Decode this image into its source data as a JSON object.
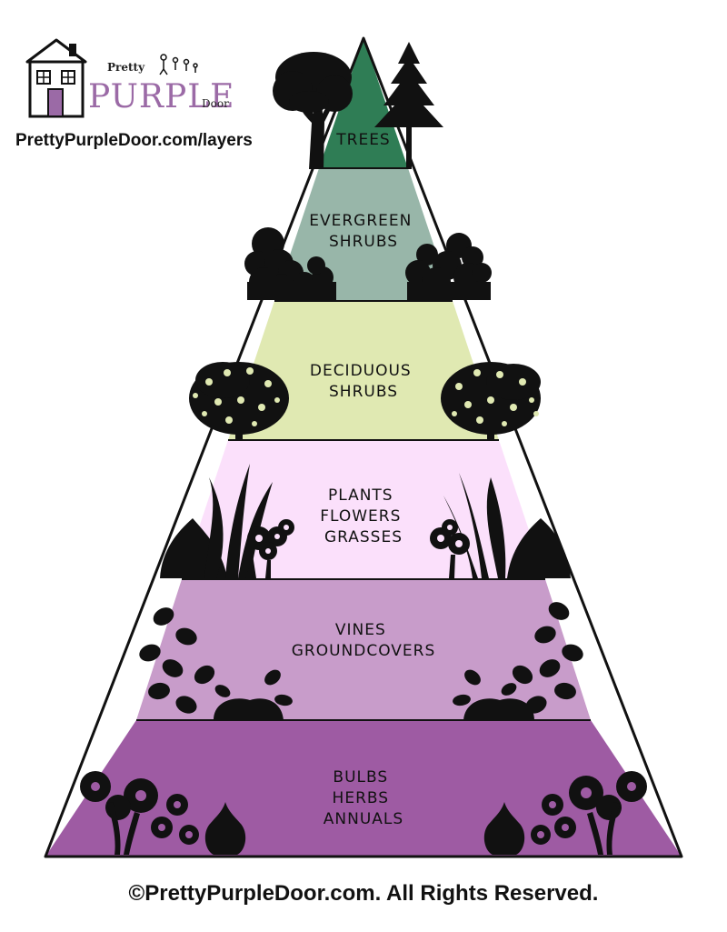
{
  "logo": {
    "pretty": "Pretty",
    "purple": "PURPLE",
    "door": "Door",
    "url": "PrettyPurpleDoor.com/layers"
  },
  "layers": [
    {
      "lines": [
        "TREES"
      ],
      "color": "#2f7d55"
    },
    {
      "lines": [
        "EVERGREEN",
        "SHRUBS"
      ],
      "color": "#98b6a9"
    },
    {
      "lines": [
        "DECIDUOUS",
        "SHRUBS"
      ],
      "color": "#e0e9b2"
    },
    {
      "lines": [
        "PLANTS",
        "FLOWERS",
        "GRASSES"
      ],
      "color": "#fbe0fb"
    },
    {
      "lines": [
        "VINES",
        "GROUNDCOVERS"
      ],
      "color": "#c89cca"
    },
    {
      "lines": [
        "BULBS",
        "HERBS",
        "ANNUALS"
      ],
      "color": "#9e5ba3"
    }
  ],
  "icons": {
    "tree_left": "deciduous-tree-icon",
    "tree_right": "pine-tree-icon",
    "evergreen": "evergreen-shrub-icon",
    "deciduous": "flowering-shrub-icon",
    "plants": "grass-flower-icon",
    "vines": "vine-leaf-icon",
    "bulbs": "flower-bulb-icon"
  },
  "copyright": "©PrettyPurpleDoor.com. All Rights Reserved."
}
